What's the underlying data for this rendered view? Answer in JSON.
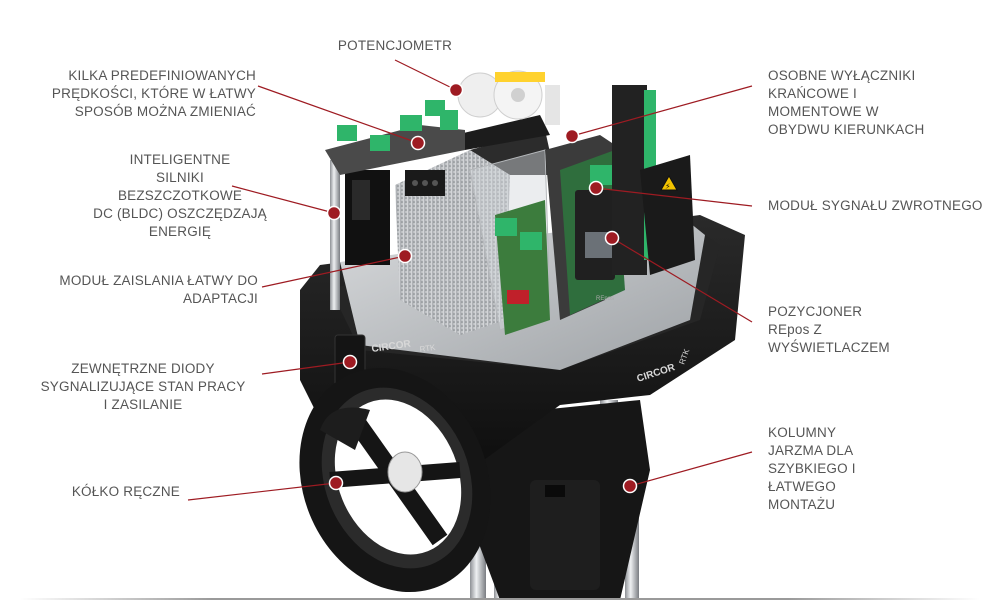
{
  "diagram": {
    "labels": {
      "potentiometer": "POTENCJOMETR",
      "speeds": "KILKA PREDEFINIOWANYCH\nPRĘDKOŚCI, KTÓRE W ŁATWY\nSPOSÓB MOŻNA ZMIENIAĆ",
      "motors": "INTELIGENTNE\nSILNIKI\nBEZSZCZOTKOWE\nDC (BLDC) OSZCZĘDZAJĄ\nENERGIĘ",
      "power_module": "MODUŁ ZAISLANIA ŁATWY DO\nADAPTACJI",
      "leds": "ZEWNĘTRZNE DIODY\nSYGNALIZUJĄCE STAN PRACY\nI ZASILANIE",
      "handwheel": "KÓŁKO RĘCZNE",
      "limit_switches": "OSOBNE WYŁĄCZNIKI\nKRAŃCOWE I\nMOMENTOWE W\nOBYDWU KIERUNKACH",
      "feedback": "MODUŁ SYGNAŁU ZWROTNEGO",
      "positioner": "POZYCJONER\nREpos Z\nWYŚWIETLACZEM",
      "columns": "KOLUMNY\nJARZMA DLA\nSZYBKIEGO I\nŁATWEGO\nMONTAŻU"
    },
    "device_text": {
      "brand": "CIRCOR",
      "model": "RTK",
      "warning_symbol": "⚡"
    },
    "colors": {
      "marker": "#9e1b22",
      "leader_line": "#9e1b22",
      "label_text": "#555555",
      "housing": "#1c1c1c",
      "pcb": "#3a7a3a",
      "connector": "#2fb56a",
      "plate": "#b9bcbf",
      "column": "#c9ccd0"
    }
  }
}
